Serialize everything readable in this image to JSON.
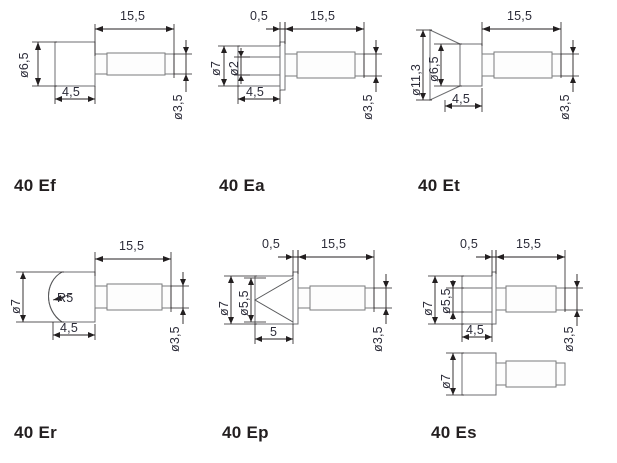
{
  "page": {
    "background": "#ffffff",
    "line_color": "#6d6e71",
    "dim_color": "#231f20",
    "text_color": "#2b2b38",
    "label_color": "#231f20"
  },
  "drawings": [
    {
      "id": "40-ef",
      "label": "40 Ef",
      "head_type": "cylindrical",
      "dims": {
        "length_total": "15,5",
        "head_dia": "ø6,5",
        "head_len": "4,5",
        "shaft_dia": "ø3,5"
      }
    },
    {
      "id": "40-ea",
      "label": "40 Ea",
      "head_type": "flanged-flat",
      "dims": {
        "flange_thk": "0,5",
        "length_total": "15,5",
        "head_dia": "ø7",
        "bore_dia": "ø2",
        "head_len": "4,5",
        "shaft_dia": "ø3,5"
      }
    },
    {
      "id": "40-et",
      "label": "40 Et",
      "head_type": "tapered-flange",
      "dims": {
        "length_total": "15,5",
        "flange_dia": "ø11,3",
        "head_dia": "ø6,5",
        "head_len": "4,5",
        "shaft_dia": "ø3,5"
      }
    },
    {
      "id": "40-er",
      "label": "40 Er",
      "head_type": "round-dome",
      "dims": {
        "length_total": "15,5",
        "head_dia": "ø7",
        "radius": "R5",
        "head_len": "4,5",
        "shaft_dia": "ø3,5"
      }
    },
    {
      "id": "40-ep",
      "label": "40 Ep",
      "head_type": "conical-point",
      "dims": {
        "flange_thk": "0,5",
        "length_total": "15,5",
        "head_dia": "ø7",
        "cone_dia": "ø5,5",
        "cone_len": "5",
        "shaft_dia": "ø3,5"
      }
    },
    {
      "id": "40-es",
      "label": "40 Es",
      "head_type": "slotted-step",
      "dims": {
        "flange_thk": "0,5",
        "length_total": "15,5",
        "head_dia": "ø7",
        "step_dia": "ø5,5",
        "head_len": "4,5",
        "shaft_dia": "ø3,5"
      },
      "second_view": {
        "head_dia": "ø7"
      }
    }
  ]
}
